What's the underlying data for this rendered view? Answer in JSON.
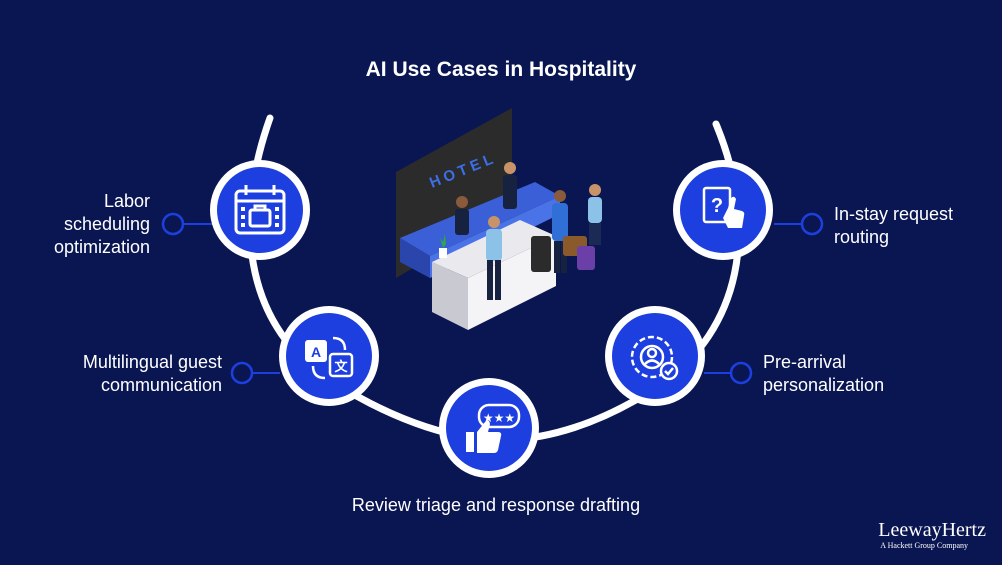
{
  "title": "AI Use Cases in Hospitality",
  "hotel_sign": "HOTEL",
  "use_cases": [
    {
      "label": "Labor scheduling optimization",
      "icon": "calendar-briefcase-icon"
    },
    {
      "label": "Multilingual guest communication",
      "icon": "translate-icon"
    },
    {
      "label": "Review triage and response drafting",
      "icon": "thumbs-up-stars-icon"
    },
    {
      "label": "Pre-arrival personalization",
      "icon": "user-gear-check-icon"
    },
    {
      "label": "In-stay request routing",
      "icon": "question-card-hand-icon"
    }
  ],
  "colors": {
    "background": "#0a1652",
    "accent": "#1d3fe0",
    "node_ring": "#ffffff",
    "arc": "#ffffff"
  },
  "brand": {
    "name": "LeewayHertz",
    "tagline": "A Hackett Group Company"
  }
}
